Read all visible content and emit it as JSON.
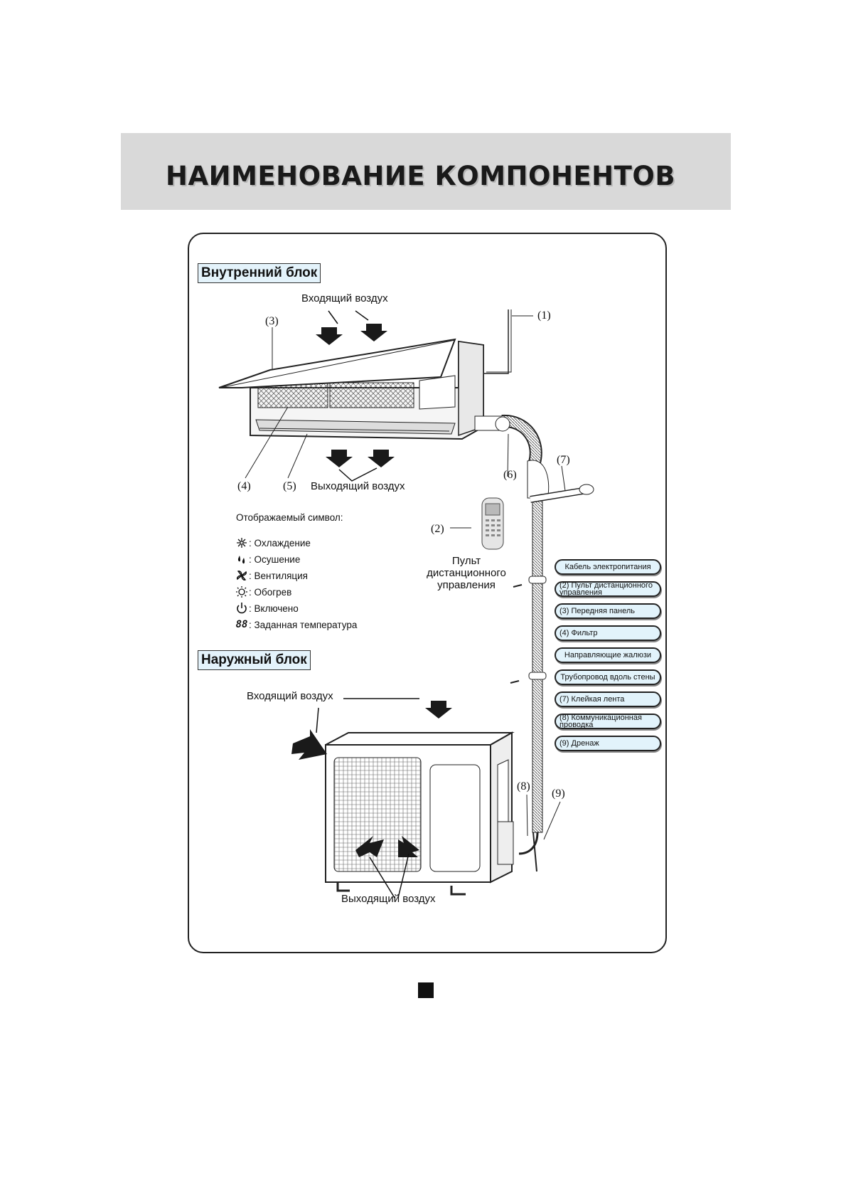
{
  "title": "НАИМЕНОВАНИЕ КОМПОНЕНТОВ",
  "indoor": {
    "heading": "Внутренний блок",
    "air_in": "Входящий воздух",
    "air_out": "Выходящий воздух",
    "callouts": {
      "n1": "(1)",
      "n2": "(2)",
      "n3": "(3)",
      "n4": "(4)",
      "n5": "(5)",
      "n6": "(6)",
      "n7": "(7)"
    },
    "remote_caption": [
      "Пульт",
      "дистанционного",
      "управления"
    ]
  },
  "legend": {
    "title": "Отображаемый символ:",
    "items": [
      {
        "icon": "snowflake-icon",
        "label": ": Охлаждение"
      },
      {
        "icon": "droplets-icon",
        "label": ": Осушение"
      },
      {
        "icon": "fan-icon",
        "label": ": Вентиляция"
      },
      {
        "icon": "sun-icon",
        "label": ": Обогрев"
      },
      {
        "icon": "power-icon",
        "label": ": Включено"
      },
      {
        "icon": "digits-icon",
        "label": ": Заданная температура"
      }
    ],
    "digits_glyph": "88"
  },
  "outdoor": {
    "heading": "Наружный блок",
    "air_in": "Входящий воздух",
    "air_out": "Выходящий воздух",
    "callouts": {
      "n8": "(8)",
      "n9": "(9)"
    }
  },
  "parts": [
    "Кабель электропитания",
    "(2) Пульт дистанционного управления",
    "(3) Передняя панель",
    "(4) Фильтр",
    "Направляющие жалюзи",
    "Трубопровод вдоль стены",
    "(7) Клейкая лента",
    "(8) Коммуникационная проводка",
    "(9) Дренаж"
  ]
}
